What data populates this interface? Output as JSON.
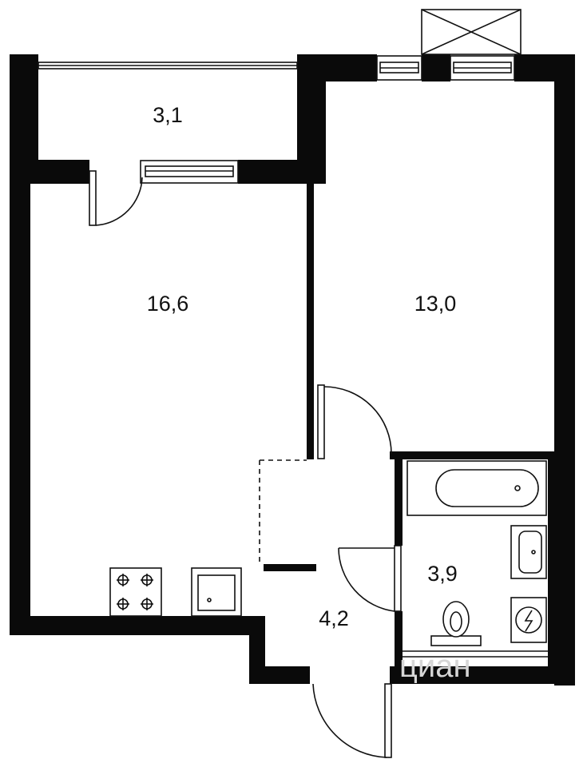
{
  "rooms": [
    {
      "name": "balcony",
      "area": "3,1"
    },
    {
      "name": "kitchen-living",
      "area": "16,6"
    },
    {
      "name": "bedroom",
      "area": "13,0"
    },
    {
      "name": "bathroom",
      "area": "3,9"
    },
    {
      "name": "hallway",
      "area": "4,2"
    }
  ],
  "watermark": "циан",
  "colors": {
    "wall": "#0a0a0a",
    "line": "#111111",
    "background": "#ffffff",
    "watermark": "#d6d6d6"
  }
}
